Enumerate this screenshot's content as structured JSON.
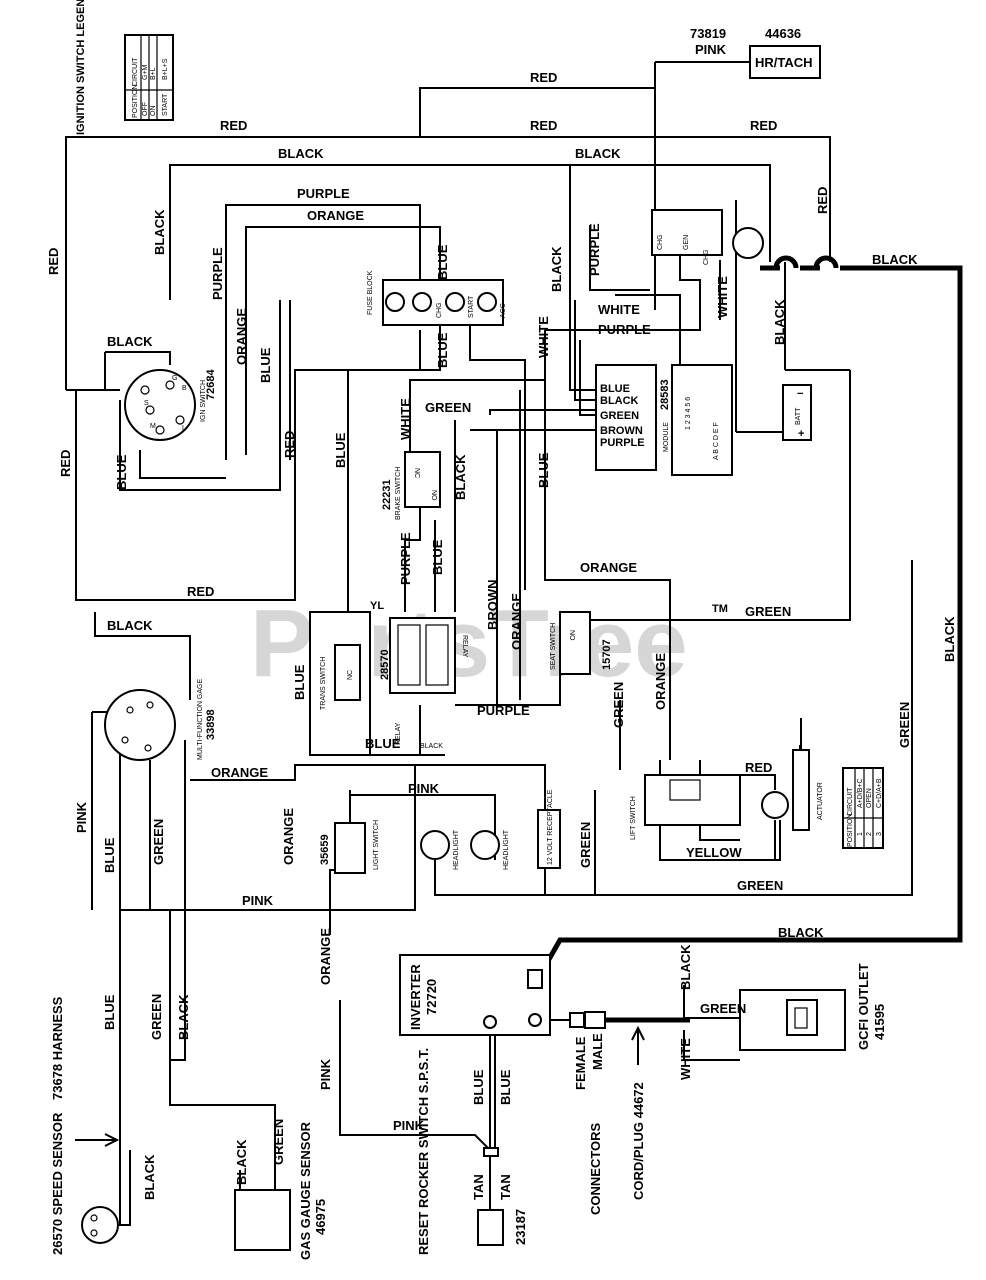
{
  "watermark": "PartsTree",
  "trademark": "TM",
  "ignition_legend": {
    "title": "IGNITION SWITCH LEGEND",
    "headers": [
      "POSITION",
      "CIRCUIT"
    ],
    "rows": [
      [
        "OFF",
        "G+M"
      ],
      [
        "ON",
        "B+L"
      ],
      [
        "START",
        "B+L+S"
      ]
    ]
  },
  "lift_legend": {
    "headers": [
      "POSITION",
      "CIRCUIT"
    ],
    "rows": [
      [
        "1",
        "A+D/B+C"
      ],
      [
        "2",
        "OPEN"
      ],
      [
        "3",
        "C+D/A+B"
      ]
    ]
  },
  "components": {
    "hr_tach": "HR/TACH",
    "hr_tach_num": "44636",
    "tach_wire_num": "73819",
    "fuse_block": "FUSE BLOCK",
    "fuse_chg": "CHG",
    "fuse_start": "START",
    "fuse_acc": "ACC",
    "ign_switch": "IGN SWITCH",
    "ign_switch_num": "72684",
    "ign_b": "B",
    "ign_g": "G",
    "ign_s": "S",
    "ign_m": "M",
    "ign_l": "L",
    "module": "MODULE",
    "module_num": "28583",
    "module_blue": "BLUE",
    "module_black": "BLACK",
    "module_green": "GREEN",
    "module_brown": "BROWN",
    "module_purple": "PURPLE",
    "module_pins_top": "1 2 3 4 5 6",
    "module_pins_bottom": "A B C D E F",
    "batt": "BATT",
    "batt_minus": "−",
    "batt_plus": "+",
    "brake_switch": "BRAKE SWITCH",
    "brake_switch_num": "22231",
    "nc": "NC",
    "no": "NO",
    "trans_switch": "TRANS SWITCH",
    "relay_num": "28570",
    "relay": "RELAY",
    "yl": "YL",
    "seat_switch": "SEAT SWITCH",
    "seat_switch_num": "15707",
    "mf_gage": "MULTI-FUNCTION GAGE",
    "mf_gage_num": "33898",
    "light_switch": "LIGHT SWITCH",
    "light_switch_num": "35659",
    "headlight": "HEADLIGHT",
    "receptacle": "12 VOLT RECEPTACLE",
    "lift_switch": "LIFT SWITCH",
    "actuator": "ACTUATOR",
    "chg": "CHG",
    "gen": "GEN",
    "inverter": "INVERTER",
    "inverter_num": "72720",
    "gcfi": "GCFI OUTLET",
    "gcfi_num": "41595",
    "connectors": "CONNECTORS",
    "female": "FEMALE",
    "male": "MALE",
    "cord_plug": "CORD/PLUG 44672",
    "reset_switch": "RESET ROCKER SWITCH S.P.S.T.",
    "reset_num": "23187",
    "speed_sensor": "26570 SPEED SENSOR",
    "harness": "73678 HARNESS",
    "gas_gauge": "GAS GAUGE SENSOR",
    "gas_gauge_num": "46975"
  },
  "wires": {
    "red": "RED",
    "black": "BLACK",
    "purple": "PURPLE",
    "orange": "ORANGE",
    "blue": "BLUE",
    "white": "WHITE",
    "green": "GREEN",
    "brown": "BROWN",
    "pink": "PINK",
    "yellow": "YELLOW",
    "tan": "TAN"
  }
}
